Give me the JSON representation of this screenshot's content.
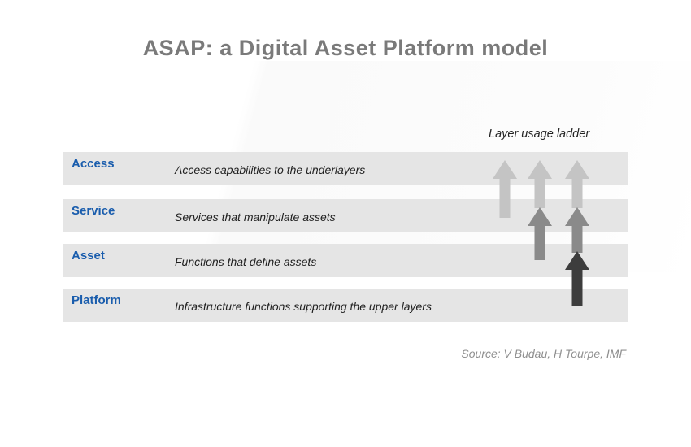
{
  "page": {
    "title": "ASAP: a Digital Asset Platform model",
    "ladder_label": "Layer usage ladder",
    "source": "Source: V Budau, H Tourpe, IMF"
  },
  "layers": [
    {
      "name": "Access",
      "description": "Access capabilities to the underlayers"
    },
    {
      "name": "Service",
      "description": "Services that manipulate assets"
    },
    {
      "name": "Asset",
      "description": "Functions that define assets"
    },
    {
      "name": "Platform",
      "description": "Infrastructure functions supporting the upper layers"
    }
  ],
  "ladder": {
    "columns": [
      {
        "span": "Service to Access",
        "segments": [
          "light"
        ]
      },
      {
        "span": "Asset to Access",
        "segments": [
          "light",
          "medium"
        ]
      },
      {
        "span": "Platform to Access",
        "segments": [
          "light",
          "medium",
          "dark"
        ]
      }
    ]
  },
  "colors": {
    "layer_name_blue": "#1a5dad",
    "row_background": "#e5e5e5",
    "title_gray": "#7a7a7a",
    "source_gray": "#8f8f8f",
    "arrow_light": "#c4c4c4",
    "arrow_medium": "#8a8a8a",
    "arrow_dark": "#3d3d3d"
  }
}
